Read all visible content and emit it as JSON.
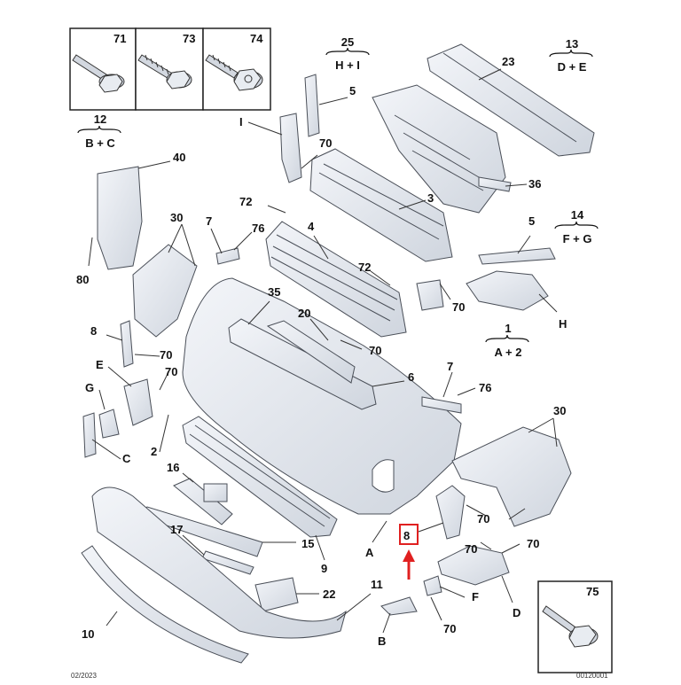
{
  "fastener_boxes": [
    {
      "number": "71",
      "name": "bolt-71"
    },
    {
      "number": "73",
      "name": "screw-73"
    },
    {
      "number": "74",
      "name": "bolt-74"
    },
    {
      "number": "75",
      "name": "bolt-75"
    }
  ],
  "group_labels": [
    {
      "number": "25",
      "combo": "H + I"
    },
    {
      "number": "13",
      "combo": "D + E"
    },
    {
      "number": "12",
      "combo": "B + C"
    },
    {
      "number": "14",
      "combo": "F + G"
    },
    {
      "number": "1",
      "combo": "A + 2"
    }
  ],
  "part_labels": {
    "p23": "23",
    "p5a": "5",
    "pI": "I",
    "p70a": "70",
    "p40": "40",
    "p3": "3",
    "p36": "36",
    "p72a": "72",
    "p30a": "30",
    "p7a": "7",
    "p76a": "76",
    "p4": "4",
    "p5b": "5",
    "p80": "80",
    "p72b": "72",
    "p70b": "70",
    "pH": "H",
    "p35": "35",
    "p20": "20",
    "p8a": "8",
    "p70c": "70",
    "p70d": "70",
    "pE": "E",
    "p70e": "70",
    "pG": "G",
    "p6": "6",
    "p7b": "7",
    "p76b": "76",
    "p30b": "30",
    "p2": "2",
    "pC": "C",
    "p16": "16",
    "p17": "17",
    "p15": "15",
    "p9": "9",
    "pA": "A",
    "p8b": "8",
    "p70f": "70",
    "p70g": "70",
    "p70h": "70",
    "p22": "22",
    "p11": "11",
    "pF": "F",
    "pD": "D",
    "p10": "10",
    "pB": "B",
    "p70i": "70"
  },
  "highlight": {
    "label": "8",
    "color": "#e02020"
  },
  "footer": {
    "left": "02/2023",
    "right": "00120001"
  },
  "colors": {
    "part_fill": "#e9edf3",
    "part_stroke": "#4a4f58",
    "leader": "#333333",
    "highlight": "#e02020"
  }
}
